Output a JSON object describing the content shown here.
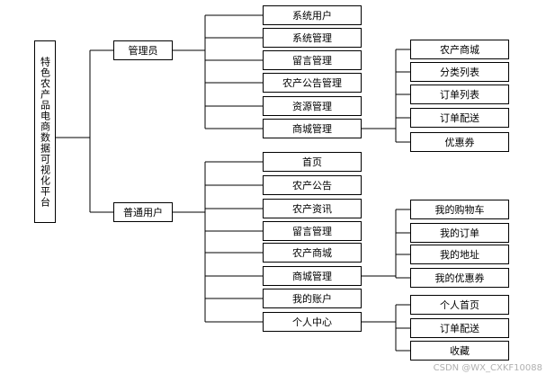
{
  "diagram": {
    "root": "特色农产品电商数据可视化平台",
    "branches": [
      {
        "label": "管理员",
        "children": [
          {
            "label": "系统用户"
          },
          {
            "label": "系统管理"
          },
          {
            "label": "留言管理"
          },
          {
            "label": "农产公告管理"
          },
          {
            "label": "资源管理"
          },
          {
            "label": "商城管理",
            "children": [
              {
                "label": "农产商城"
              },
              {
                "label": "分类列表"
              },
              {
                "label": "订单列表"
              },
              {
                "label": "订单配送"
              },
              {
                "label": "优惠券"
              }
            ]
          }
        ]
      },
      {
        "label": "普通用户",
        "children": [
          {
            "label": "首页"
          },
          {
            "label": "农产公告"
          },
          {
            "label": "农产资讯"
          },
          {
            "label": "留言管理"
          },
          {
            "label": "农产商城"
          },
          {
            "label": "商城管理",
            "children": [
              {
                "label": "我的购物车"
              },
              {
                "label": "我的订单"
              },
              {
                "label": "我的地址"
              },
              {
                "label": "我的优惠券"
              }
            ]
          },
          {
            "label": "我的账户"
          },
          {
            "label": "个人中心",
            "children": [
              {
                "label": "个人首页"
              },
              {
                "label": "订单配送"
              },
              {
                "label": "收藏"
              }
            ]
          }
        ]
      }
    ],
    "line_color": "#000000",
    "box_border_color": "#000000"
  },
  "watermark": "CSDN @WX_CXKF10088"
}
